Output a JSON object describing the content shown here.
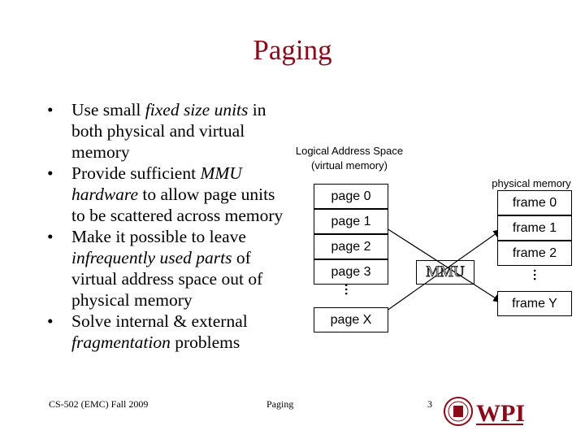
{
  "slide": {
    "title": "Paging",
    "bullets": [
      {
        "parts": [
          {
            "t": "Use small ",
            "i": false
          },
          {
            "t": "fixed size units",
            "i": true
          },
          {
            "t": " in both physical and virtual memory",
            "i": false
          }
        ]
      },
      {
        "parts": [
          {
            "t": "Provide sufficient ",
            "i": false
          },
          {
            "t": "MMU hardware",
            "i": true
          },
          {
            "t": " to allow page units to be scattered across memory",
            "i": false
          }
        ]
      },
      {
        "parts": [
          {
            "t": "Make it possible to leave ",
            "i": false
          },
          {
            "t": "infrequently used parts",
            "i": true
          },
          {
            "t": " of virtual address space out of physical memory",
            "i": false
          }
        ]
      },
      {
        "parts": [
          {
            "t": "Solve internal & external ",
            "i": false
          },
          {
            "t": "fragmentation",
            "i": true
          },
          {
            "t": " problems",
            "i": false
          }
        ]
      }
    ]
  },
  "diagram": {
    "logical_title": "Logical Address Space",
    "logical_subtitle": "(virtual memory)",
    "physical_title": "physical memory",
    "pages": [
      "page 0",
      "page 1",
      "page 2",
      "page 3"
    ],
    "page_x": "page X",
    "frames": [
      "frame 0",
      "frame 1",
      "frame 2"
    ],
    "frame_y": "frame Y",
    "mmu": "MMU",
    "ellipsis": "…"
  },
  "footer": {
    "course": "CS-502 (EMC) Fall 2009",
    "topic": "Paging",
    "page_number": "3",
    "logo_text": "WPI"
  },
  "colors": {
    "title": "#8b0a1a",
    "logo": "#8b0a1a"
  }
}
